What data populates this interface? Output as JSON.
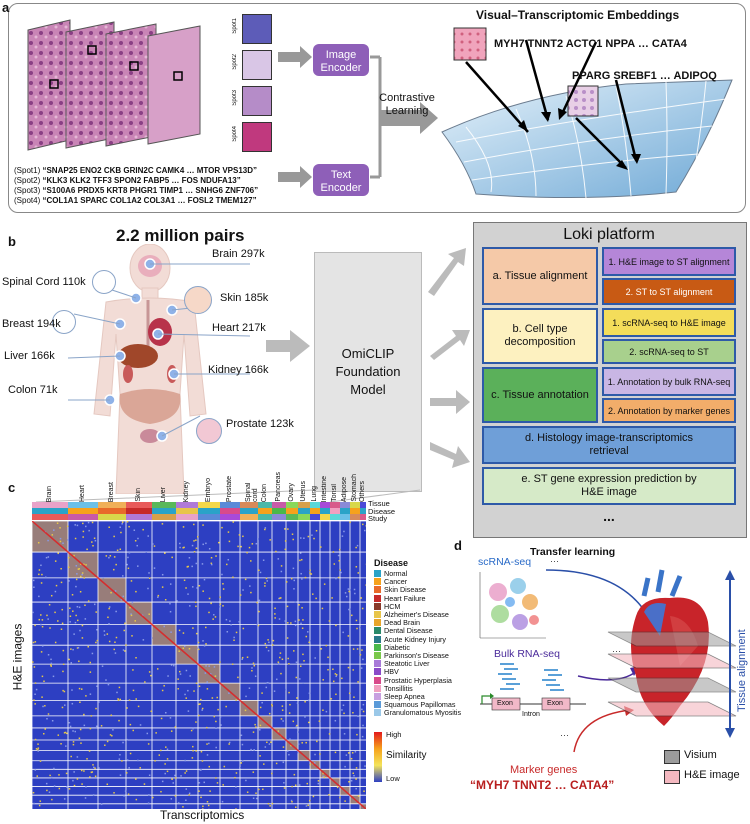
{
  "panel_a": {
    "letter": "a",
    "spots": [
      "Spot1",
      "Spot2",
      "Spot3",
      "Spot4"
    ],
    "image_encoder": "Image Encoder",
    "text_encoder": "Text Encoder",
    "contrastive": "Contrastive Learning",
    "embeddings_title": "Visual–Transcriptomic Embeddings",
    "genes_1": "MYH7 TNNT2 ACTC1 NPPA … CATA4",
    "genes_2": "PPARG SREBF1 … ADIPOQ",
    "spot_texts": [
      {
        "id": "(Spot1)",
        "text": "“SNAP25 ENO2 CKB GRIN2C CAMK4 … MTOR VPS13D”"
      },
      {
        "id": "(Spot2)",
        "text": "“KLK3 KLK2 TFF3 SPON2 FABP5 … FOS NDUFA13”"
      },
      {
        "id": "(Spot3)",
        "text": "“S100A6 PRDX5 KRT8 PHGR1 TIMP1 … SNHG6 ZNF706”"
      },
      {
        "id": "(Spot4)",
        "text": "“COL1A1 SPARC COL1A2 COL3A1 … FOSL2 TMEM127”"
      }
    ]
  },
  "panel_b": {
    "letter": "b",
    "pairs_title": "2.2 million pairs",
    "organs": [
      {
        "label": "Brain 297k"
      },
      {
        "label": "Spinal Cord 110k"
      },
      {
        "label": "Skin 185k"
      },
      {
        "label": "Breast 194k"
      },
      {
        "label": "Heart 217k"
      },
      {
        "label": "Liver 166k"
      },
      {
        "label": "Kidney 166k"
      },
      {
        "label": "Colon 71k"
      },
      {
        "label": "Prostate 123k"
      }
    ],
    "model_label": "OmiCLIP Foundation Model",
    "loki_title": "Loki platform",
    "loki": {
      "tissue_alignment": "a. Tissue alignment",
      "he_to_st": "1. H&E image to ST alignment",
      "st_to_st": "2. ST to ST alignment",
      "cell_decomp": "b. Cell type decomposition",
      "sc_to_he": "1. scRNA-seq to H&E image",
      "sc_to_st": "2. scRNA-seq to ST",
      "tissue_annotation": "c. Tissue annotation",
      "anno_bulk": "1. Annotation by bulk RNA-seq",
      "anno_marker": "2. Annotation by marker genes",
      "retrieval": "d. Histology image-transcriptomics retrieval",
      "st_pred": "e. ST gene expression prediction by H&E image",
      "more": "..."
    }
  },
  "panel_c": {
    "letter": "c",
    "columns": [
      "Brain",
      "Heart",
      "Breast",
      "Skin",
      "Liver",
      "Kidney",
      "Embryo",
      "Prostate",
      "Spinal cord",
      "Colon",
      "Pancreas",
      "Ovary",
      "Uterus",
      "Lung",
      "Intestine",
      "Tonsil",
      "Adipose",
      "Stomach",
      "Others"
    ],
    "track_labels": [
      "Tissue",
      "Disease",
      "Study"
    ],
    "disease_title": "Disease",
    "diseases": [
      {
        "name": "Normal",
        "color": "#2aa3c8"
      },
      {
        "name": "Cancer",
        "color": "#f6a21c"
      },
      {
        "name": "Skin Disease",
        "color": "#e86a2a"
      },
      {
        "name": "Heart Failure",
        "color": "#c62a2a"
      },
      {
        "name": "HCM",
        "color": "#8a3a2a"
      },
      {
        "name": "Alzheimer's Disease",
        "color": "#e8c54a"
      },
      {
        "name": "Dead Brain",
        "color": "#e8a52a"
      },
      {
        "name": "Dental Disease",
        "color": "#2a8a6a"
      },
      {
        "name": "Acute Kidney Injury",
        "color": "#2a7a8a"
      },
      {
        "name": "Diabetic",
        "color": "#4ab84a"
      },
      {
        "name": "Parkinson's Disease",
        "color": "#7ac84a"
      },
      {
        "name": "Steatotic Liver",
        "color": "#a87ad8"
      },
      {
        "name": "HBV",
        "color": "#8a4ac8"
      },
      {
        "name": "Prostatic Hyperplasia",
        "color": "#d84a8a"
      },
      {
        "name": "Tonsillitis",
        "color": "#f0a0c0"
      },
      {
        "name": "Sleep Apnea",
        "color": "#c8a0e0"
      },
      {
        "name": "Squamous Papillomas",
        "color": "#5a9ad8"
      },
      {
        "name": "Granulomatous Myositis",
        "color": "#9ac8e8"
      }
    ],
    "sim_high": "High",
    "sim_title": "Similarity",
    "sim_low": "Low",
    "ylabel": "H&E images",
    "xlabel": "Transcriptomics"
  },
  "panel_d": {
    "letter": "d",
    "transfer": "Transfer learning",
    "scrna": "scRNA-seq",
    "bulk": "Bulk RNA-seq",
    "exon1": "Exon",
    "intron": "Intron",
    "exon2": "Exon",
    "marker": "Marker genes",
    "marker_genes": "“MYH7 TNNT2 … CATA4”",
    "tissue_alignment": "Tissue alignment",
    "legend_visium": "Visium",
    "legend_he": "H&E image"
  }
}
